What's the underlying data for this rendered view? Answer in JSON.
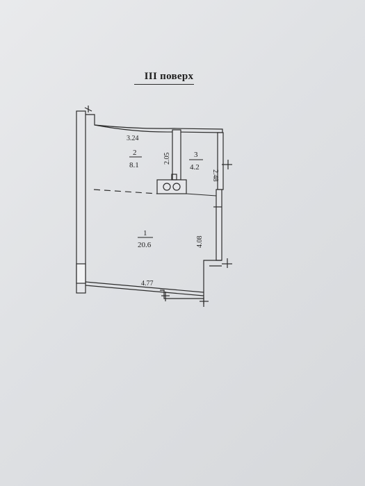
{
  "title": "III поверх",
  "rooms": [
    {
      "number": "1",
      "area": "20.6"
    },
    {
      "number": "2",
      "area": "8.1"
    },
    {
      "number": "3",
      "area": "4.2"
    }
  ],
  "dimensions": {
    "top_width": "3.24",
    "room2_height": "2.05",
    "room3_height": "2.48",
    "room1_height": "4.08",
    "bottom_width": "4.77"
  },
  "colors": {
    "paper": "#e2e4e7",
    "ink": "#222222"
  }
}
